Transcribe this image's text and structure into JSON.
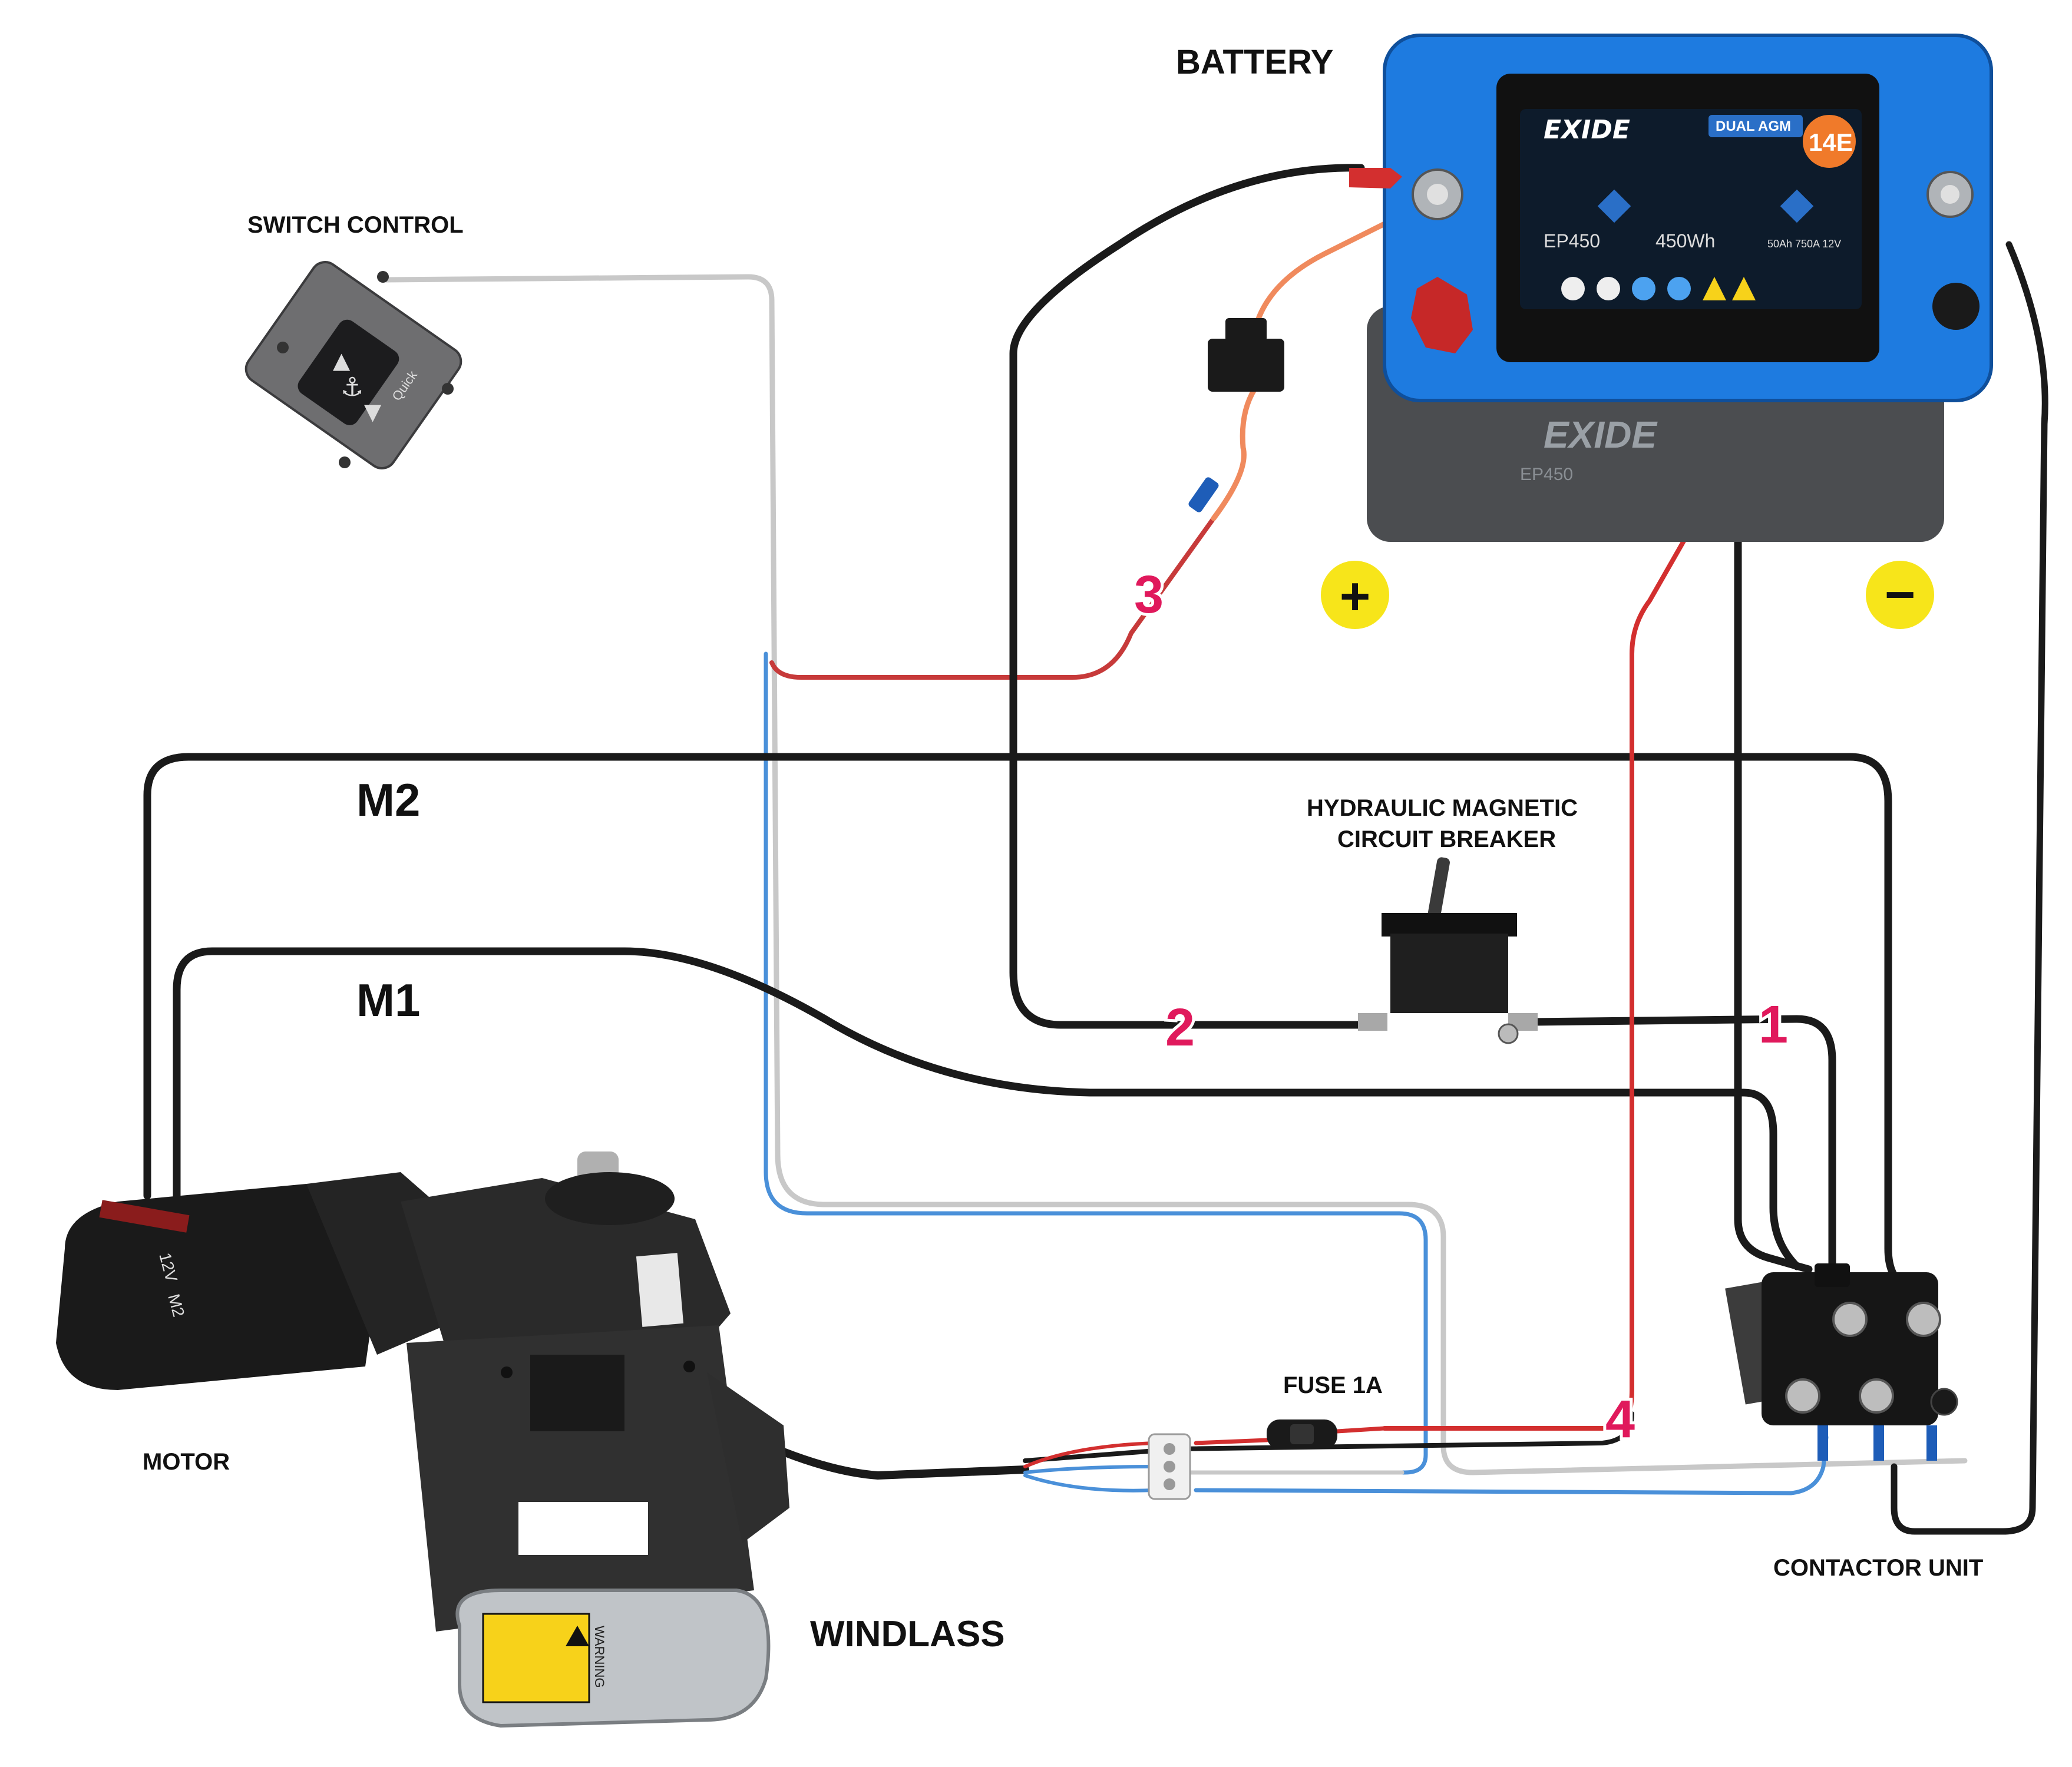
{
  "labels": {
    "battery": "BATTERY",
    "switch_control": "SWITCH CONTROL",
    "breaker_line1": "HYDRAULIC MAGNETIC",
    "breaker_line2": "CIRCUIT BREAKER",
    "m2": "M2",
    "m1": "M1",
    "motor": "MOTOR",
    "windlass": "WINDLASS",
    "fuse": "FUSE 1A",
    "contactor": "CONTACTOR UNIT"
  },
  "connection_numbers": [
    "1",
    "2",
    "3",
    "4"
  ],
  "polarity": {
    "positive": "+",
    "negative": "−"
  },
  "battery_label": {
    "brand": "EXIDE",
    "type": "DUAL AGM",
    "model": "EP450",
    "energy": "450Wh",
    "spec": "50Ah 750A 12V",
    "badge": "14E"
  },
  "motor_label": {
    "voltage": "12V",
    "terminal": "M2"
  },
  "switch_brand": "Quick",
  "windlass_warning": "WARNING",
  "colors": {
    "wire_black": "#1a1a1a",
    "wire_red": "#d32f2f",
    "wire_blue": "#4a90d9",
    "wire_grey": "#c8c8c8",
    "wire_orange": "#f08a5d",
    "number_pink": "#e0195c",
    "polarity_yellow": "#f7e51a",
    "battery_blue": "#1e7be0"
  }
}
